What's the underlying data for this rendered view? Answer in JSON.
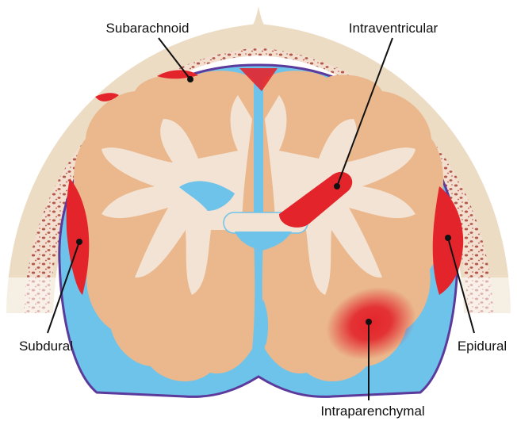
{
  "labels": {
    "subarachnoid": "Subarachnoid",
    "intraventricular": "Intraventricular",
    "subdural": "Subdural",
    "epidural": "Epidural",
    "intraparenchymal": "Intraparenchymal"
  },
  "colors": {
    "background": "#ffffff",
    "skull": "#ecdcc4",
    "bone_pores": "#b3584a",
    "dura": "#5c3a9c",
    "csf": "#6ec3ea",
    "cortex": "#eab88c",
    "white_matter": "#f3e3d4",
    "hemorrhage": "#e3242b",
    "leader_line": "#111111"
  }
}
